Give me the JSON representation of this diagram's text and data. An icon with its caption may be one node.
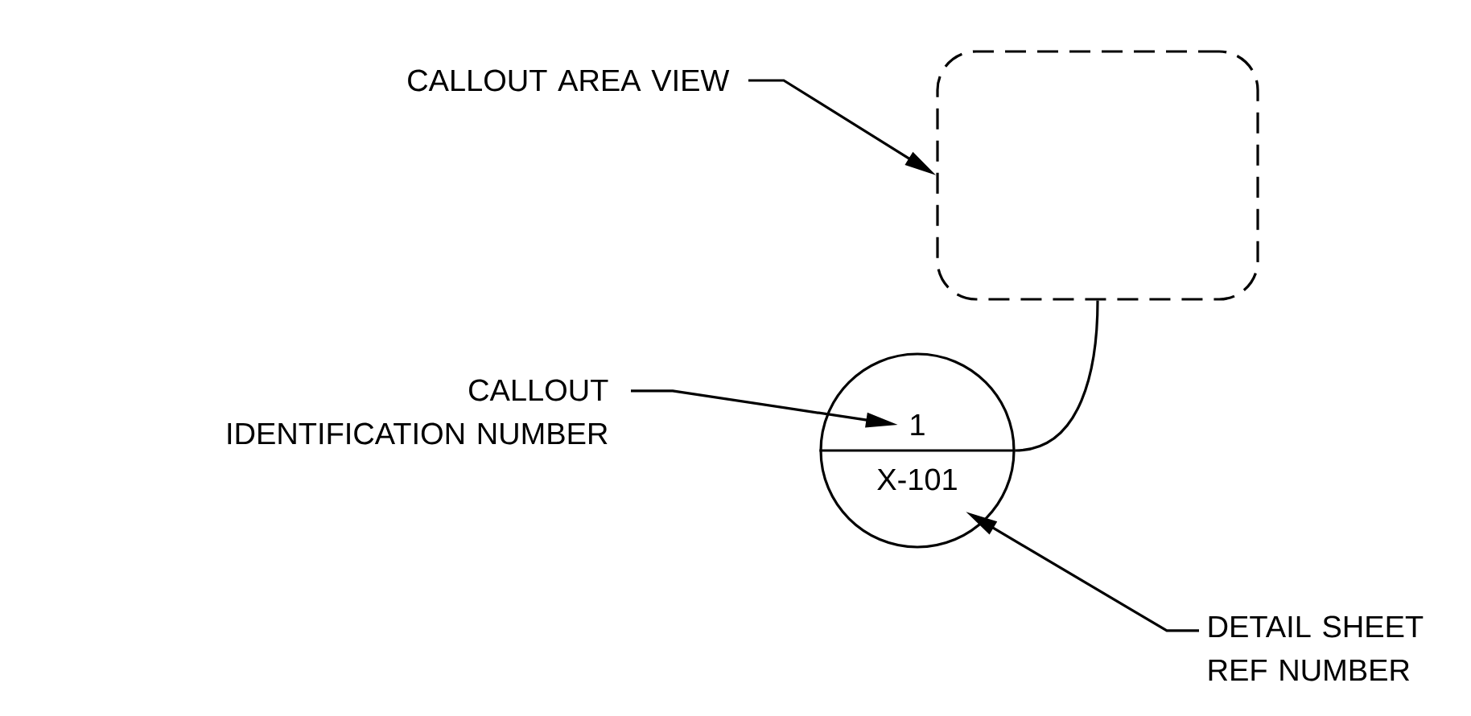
{
  "diagram": {
    "nodes": [
      {
        "text": [
          "CALLOUT AREA VIEW"
        ]
      },
      {
        "text": [],
        "shape": "box"
      },
      {
        "text": [
          "CALLOUT IDENTIFICATION NUMBER"
        ]
      },
      {
        "text": [
          "1",
          "X-101"
        ]
      },
      {
        "text": [
          "DETAIL SHEET REF NUMBER"
        ]
      }
    ],
    "edges": [
      {
        "from": 0,
        "to": 1,
        "arrow": "to"
      },
      {
        "from": 2,
        "to": 3,
        "arrow": "to"
      },
      {
        "from": 3,
        "to": 1,
        "arrow": "none"
      },
      {
        "from": 4,
        "to": 3,
        "arrow": "to"
      }
    ]
  }
}
